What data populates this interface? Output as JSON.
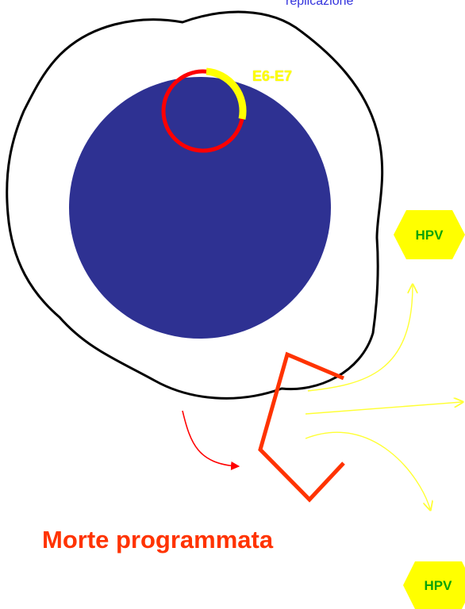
{
  "labels": {
    "top_partial": "replicazione",
    "gene": "E6-E7",
    "death": "Morte programmata",
    "virus_1": "HPV",
    "virus_2": "HPV"
  },
  "colors": {
    "nucleus": "#2e3192",
    "episome": "#ff0000",
    "oncogene_segment": "#ffff00",
    "cell_outline": "#000000",
    "apoptotic_fragment": "#ff3300",
    "release_arrows": "#ffff33",
    "death_arrow": "#ff0000",
    "virus_fill": "#ffff00",
    "virus_text": "#0aa30a",
    "top_text": "#3333dd"
  }
}
